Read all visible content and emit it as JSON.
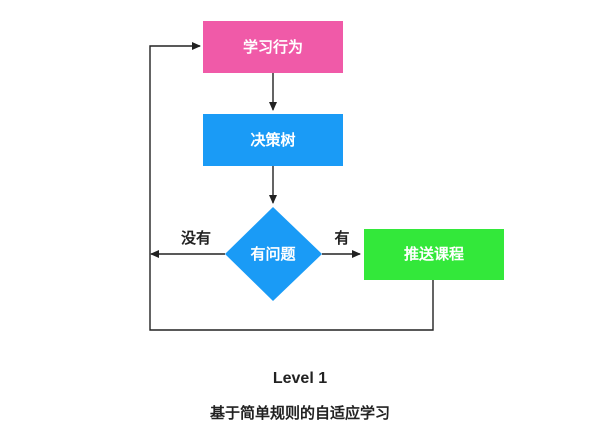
{
  "diagram": {
    "nodes": {
      "learning_behavior": {
        "label": "学习行为",
        "color": "#f05aa8"
      },
      "decision_tree": {
        "label": "决策树",
        "color": "#1a9bf6"
      },
      "has_problem": {
        "label": "有问题",
        "color": "#1a9bf6",
        "shape": "diamond"
      },
      "push_course": {
        "label": "推送课程",
        "color": "#33e83a"
      }
    },
    "edges": {
      "no_label": "没有",
      "yes_label": "有"
    }
  },
  "caption": {
    "level": "Level 1",
    "subtitle": "基于简单规则的自适应学习"
  }
}
